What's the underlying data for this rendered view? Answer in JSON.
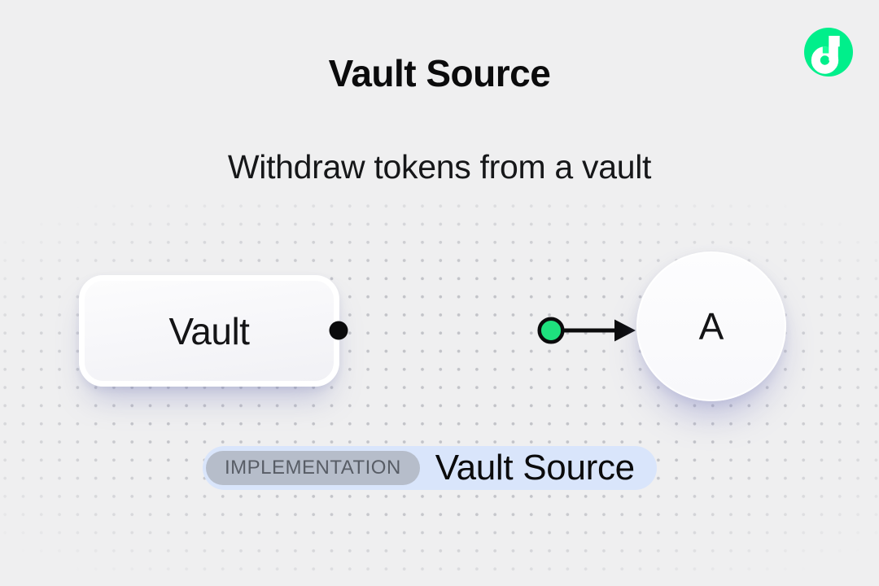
{
  "page": {
    "title": "Vault Source",
    "subtitle": "Withdraw tokens from a vault",
    "background_color": "#efeff0"
  },
  "header": {
    "logo": "flow-logo",
    "logo_color": "#00ef8b",
    "logo_accent_color": "#16ff99"
  },
  "diagram": {
    "nodes": [
      {
        "id": "vault",
        "label": "Vault",
        "shape": "rounded-rect"
      },
      {
        "id": "account",
        "label": "A",
        "shape": "circle"
      }
    ],
    "edge": {
      "from": "vault",
      "to": "account",
      "type": "arrow",
      "line_color": "#0b0b0c",
      "token_color": "#1ee07e"
    }
  },
  "implementation_badge": {
    "tag_label": "IMPLEMENTATION",
    "name_label": "Vault Source",
    "container_color": "#d9e5fb",
    "tag_bg_color": "#b6bdca",
    "tag_text_color": "#585d66"
  }
}
